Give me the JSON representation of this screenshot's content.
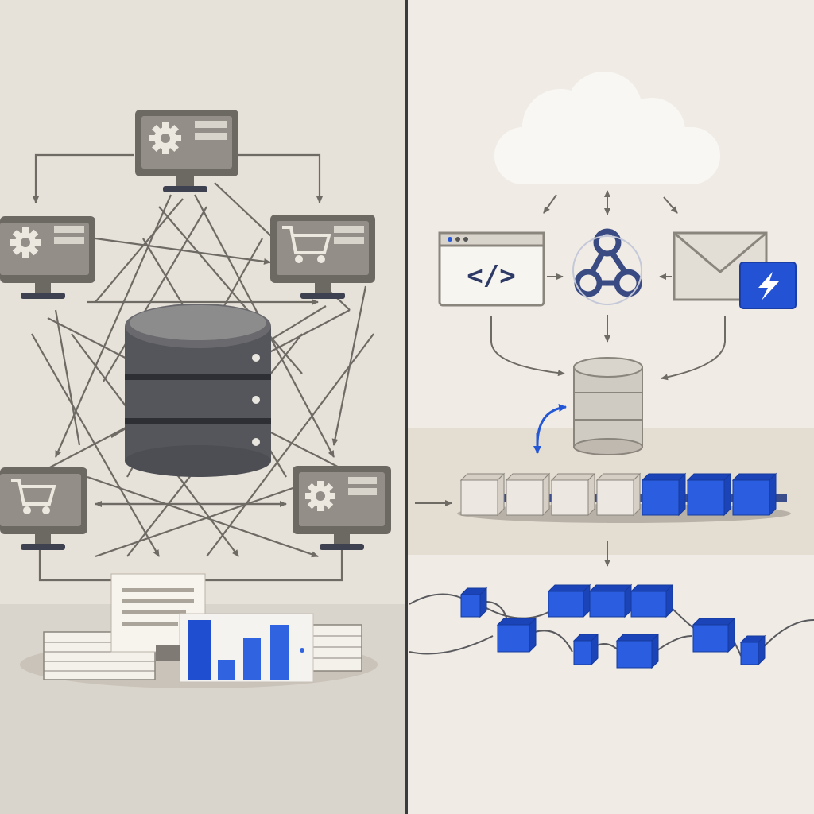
{
  "scene": {
    "left_panel": {
      "theme": "tightly-coupled point-to-point integration",
      "central_node": "database-icon",
      "node_icons": [
        "monitor-gear-icon",
        "monitor-gear-icon",
        "monitor-cart-icon",
        "monitor-cart-icon",
        "monitor-gear-icon"
      ],
      "output_icons": [
        "document-stack-icon",
        "report-document-icon",
        "bar-chart-icon"
      ],
      "colors": {
        "background": "#e8e3db",
        "node": "#7f7a74",
        "database": "#5c5c60",
        "accent": "#2457d6"
      }
    },
    "right_panel": {
      "theme": "event-driven architecture with event stream",
      "top_icon": "cloud-icon",
      "sources": [
        {
          "icon": "code-window-icon",
          "glyph": "</>"
        },
        {
          "icon": "webhook-icon"
        },
        {
          "icon": "email-icon"
        },
        {
          "icon": "lightning-badge-icon"
        }
      ],
      "store_icon": "database-icon",
      "stream": {
        "icon": "event-queue-icon",
        "blocks_total": 7,
        "blocks_processed": 4
      },
      "consumers_icon": "event-block-icon",
      "colors": {
        "background": "#f1ede6",
        "accent": "#2457d6",
        "neutral": "#e4ded4"
      }
    },
    "divider": "panel-divider"
  }
}
